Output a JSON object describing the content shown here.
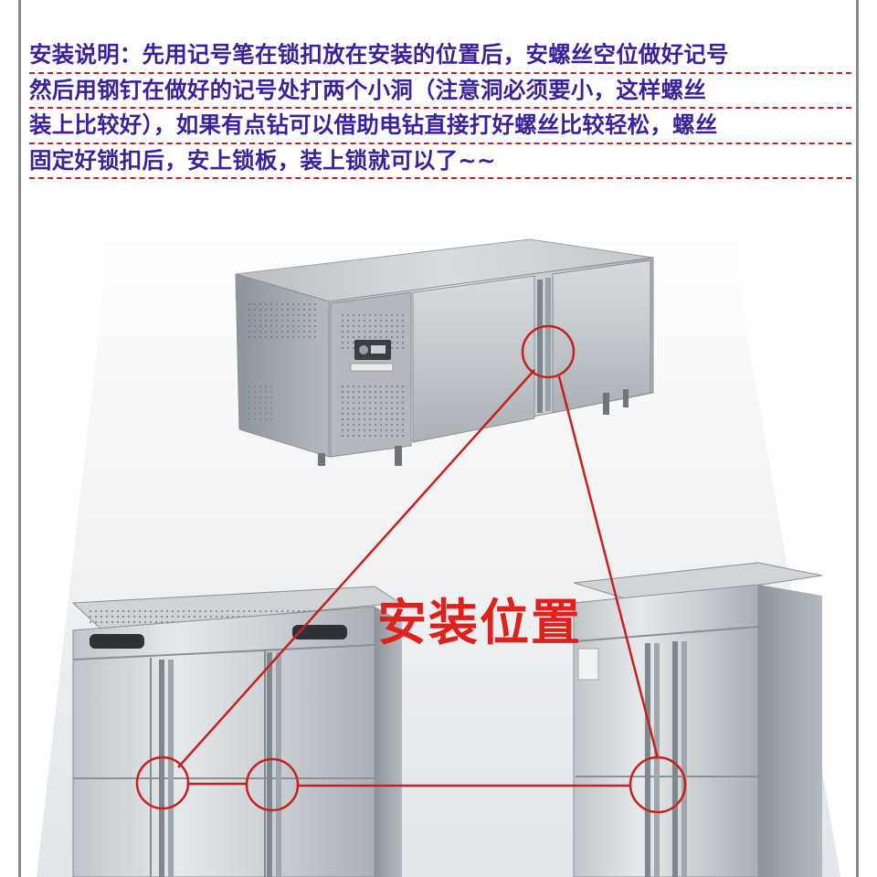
{
  "instructions": {
    "lines": [
      "安装说明：先用记号笔在锁扣放在安装的位置后，安螺丝空位做好记号",
      "然后用钢钉在做好的记号处打两个小洞（注意洞必须要小，这样螺丝",
      "装上比较好），如果有点钻可以借助电钻直接打好螺丝比较轻松，螺丝",
      "固定好锁扣后，安上锁板，装上锁就可以了~~"
    ]
  },
  "scene": {
    "label": "安装位置",
    "counter_fridge_panel_text": "",
    "colors": {
      "instruction_text": "#3b1f9b",
      "dashed_underline": "#c02020",
      "highlight": "#c8201c",
      "label": "#e0201a"
    }
  }
}
